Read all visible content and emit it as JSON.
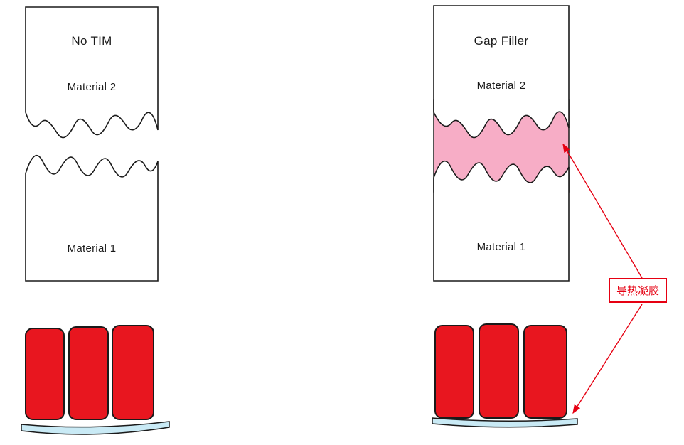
{
  "left_panel": {
    "title": "No TIM",
    "material_top": "Material 2",
    "material_bottom": "Material 1"
  },
  "right_panel": {
    "title": "Gap Filler",
    "material_top": "Material 2",
    "material_bottom": "Material 1"
  },
  "annotation": {
    "label": "导热凝胶"
  },
  "colors": {
    "chip_red": "#e8161f",
    "gap_filler_pink": "#f7adc6",
    "substrate_blue": "#c9eaf5",
    "annotation_red": "#e60012",
    "outline_black": "#1a1a1a",
    "block_fill": "#ffffff"
  }
}
